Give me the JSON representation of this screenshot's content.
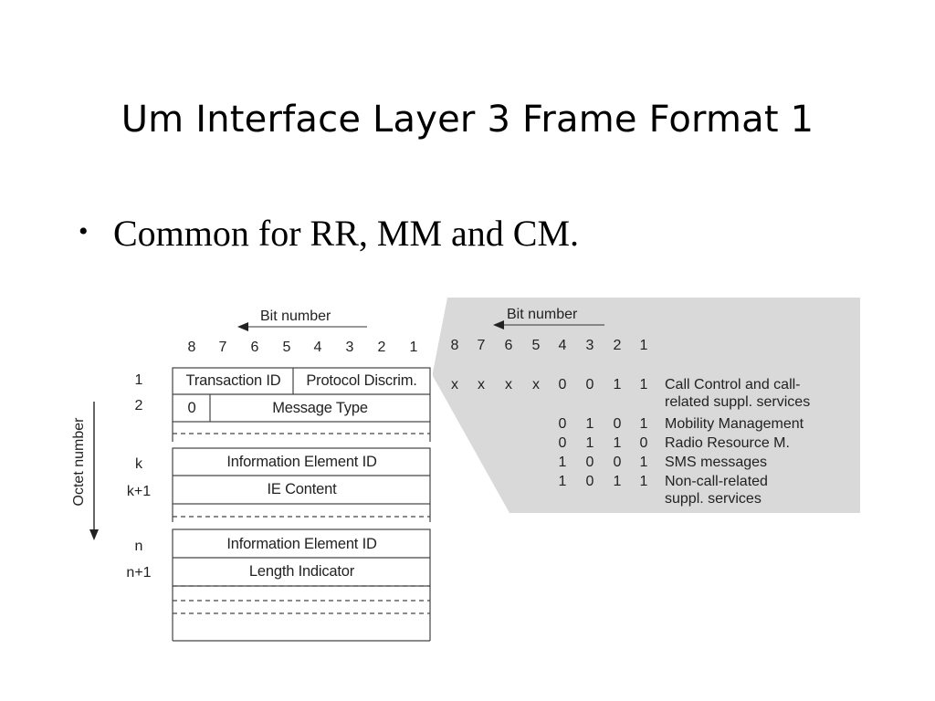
{
  "slide": {
    "title": "Um Interface Layer 3 Frame Format 1",
    "bullet": "Common for RR, MM and CM."
  },
  "frame": {
    "bit_number_label": "Bit number",
    "bits": [
      "8",
      "7",
      "6",
      "5",
      "4",
      "3",
      "2",
      "1"
    ],
    "octet_number_label": "Octet number",
    "octets": [
      "1",
      "2",
      "k",
      "k+1",
      "n",
      "n+1"
    ],
    "fields": {
      "transaction_id": "Transaction ID",
      "protocol_discrim": "Protocol Discrim.",
      "zero_bit": "0",
      "message_type": "Message Type",
      "ie_id_k": "Information Element ID",
      "ie_content": "IE Content",
      "ie_id_n": "Information Element ID",
      "length_indicator": "Length Indicator"
    }
  },
  "discriminator_table": {
    "bit_number_label": "Bit number",
    "bits": [
      "8",
      "7",
      "6",
      "5",
      "4",
      "3",
      "2",
      "1"
    ],
    "rows": [
      {
        "code": [
          "x",
          "x",
          "x",
          "x",
          "0",
          "0",
          "1",
          "1"
        ],
        "label_1": "Call Control and call-",
        "label_2": "related suppl. services"
      },
      {
        "code": [
          "0",
          "1",
          "0",
          "1"
        ],
        "label_1": "Mobility Management"
      },
      {
        "code": [
          "0",
          "1",
          "1",
          "0"
        ],
        "label_1": "Radio Resource M."
      },
      {
        "code": [
          "1",
          "0",
          "0",
          "1"
        ],
        "label_1": "SMS messages"
      },
      {
        "code": [
          "1",
          "0",
          "1",
          "1"
        ],
        "label_1": "Non-call-related",
        "label_2": "suppl. services"
      }
    ],
    "panel_color": "#d9d9d9"
  }
}
